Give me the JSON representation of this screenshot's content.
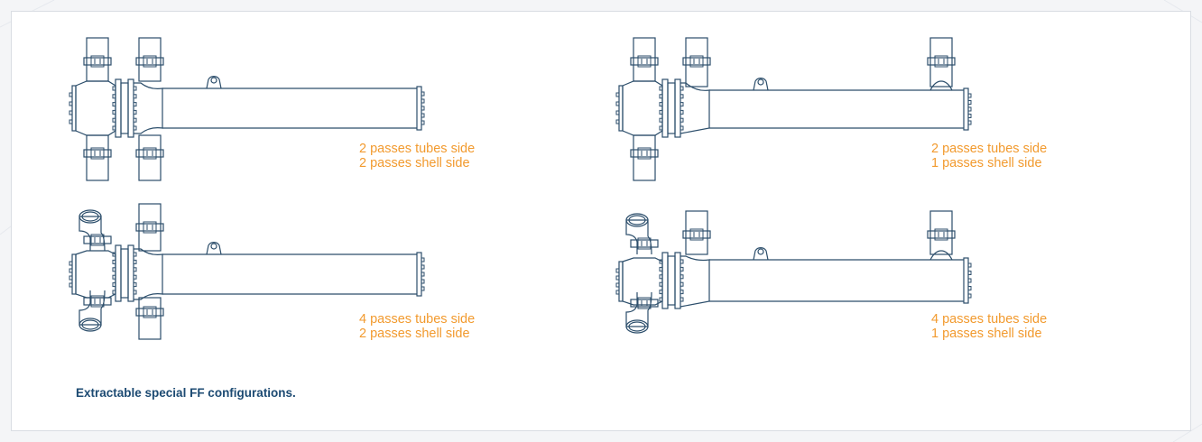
{
  "colors": {
    "line": "#2c4e6b",
    "accent": "#f29a2e",
    "caption": "#1c4a72"
  },
  "configs": [
    {
      "tubes": "2 passes tubes side",
      "shell": "2 passes shell side"
    },
    {
      "tubes": "2 passes tubes side",
      "shell": "1 passes shell side"
    },
    {
      "tubes": "4 passes tubes side",
      "shell": "2 passes shell side"
    },
    {
      "tubes": "4 passes tubes side",
      "shell": "1 passes shell side"
    }
  ],
  "caption": "Extractable special FF configurations."
}
